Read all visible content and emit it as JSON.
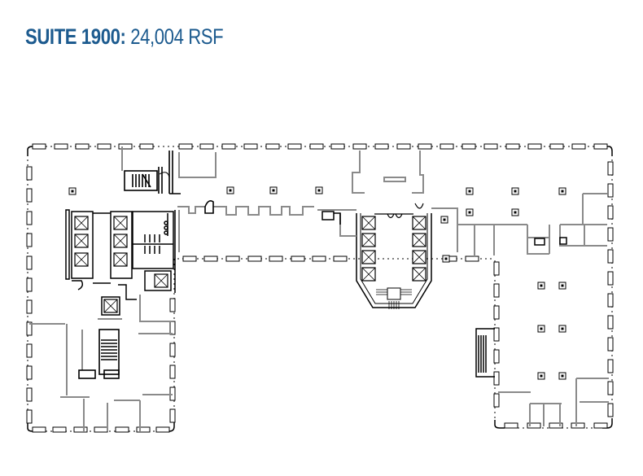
{
  "header": {
    "suite_label": "SUITE 1900:",
    "area_value": "24,004 RSF",
    "color": "#1d5b8f"
  },
  "floor_plan": {
    "type": "architectural floor plan",
    "line_color_walls": "#000000",
    "line_color_partitions": "#8a8a8a",
    "elements": {
      "west_wing": [
        "stair-core-north",
        "elevator-bank-west (6 cars)",
        "restrooms",
        "freight-elevator",
        "stair-core-south",
        "perimeter offices"
      ],
      "center_corridor": [
        "open office north",
        "corridor south",
        "columns"
      ],
      "center_core": [
        "elevator-bank-center (8 cars)",
        "stair"
      ],
      "east_wing": [
        "offices north",
        "open office",
        "exterior stair",
        "perimeter offices south"
      ]
    }
  }
}
